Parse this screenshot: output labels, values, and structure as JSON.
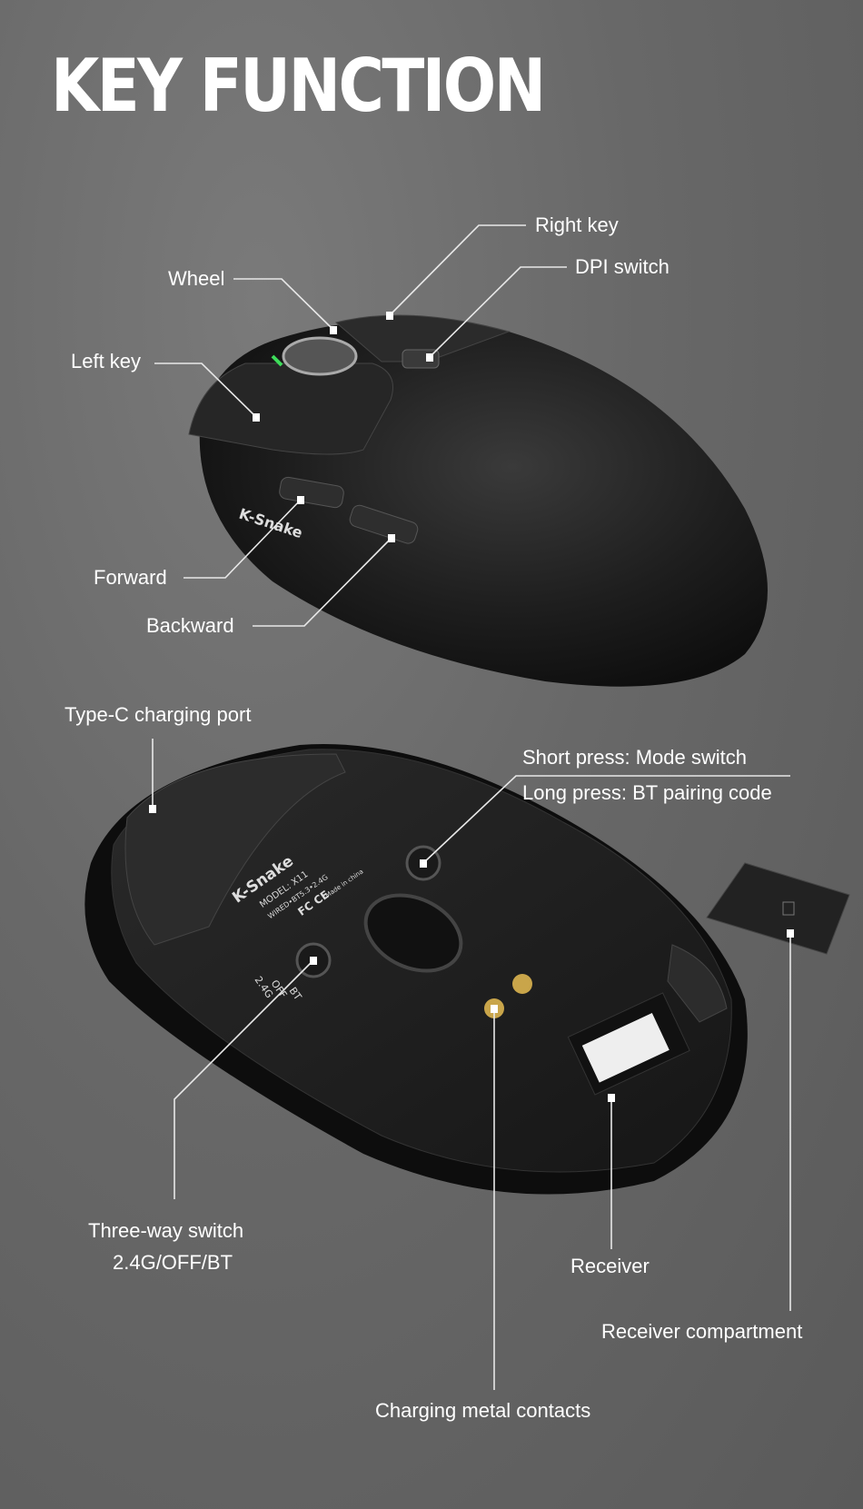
{
  "title": "KEY FUNCTION",
  "top_view": {
    "labels": {
      "right_key": "Right key",
      "dpi_switch": "DPI switch",
      "wheel": "Wheel",
      "left_key": "Left key",
      "forward": "Forward",
      "backward": "Backward"
    },
    "brand_logo": "K-Snake"
  },
  "bottom_view": {
    "labels": {
      "type_c": "Type-C charging port",
      "short_press": "Short press: Mode switch",
      "long_press": "Long press: BT pairing code",
      "three_way_switch": "Three-way switch",
      "three_way_modes": "2.4G/OFF/BT",
      "receiver": "Receiver",
      "receiver_compartment": "Receiver compartment",
      "charging_contacts": "Charging metal contacts"
    },
    "sticker": {
      "brand": "K-Snake",
      "model": "MODEL: X11",
      "spec": "WIRED•BT5.3•2.4G",
      "certs": "FC CE",
      "origin": "Made in china"
    },
    "switch_marks": [
      "2.4G",
      "OFF",
      "BT"
    ]
  },
  "colors": {
    "background": "#686868",
    "mouse": "#1c1c1c",
    "text": "#ffffff",
    "wheel_led": "#3ddc5a",
    "contacts": "#c9a54a"
  }
}
